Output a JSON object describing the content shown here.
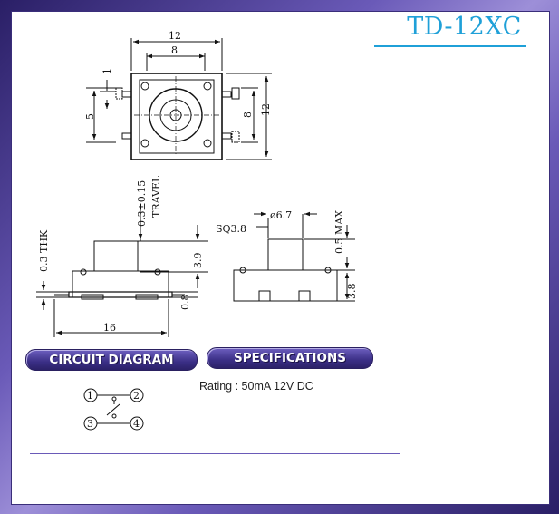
{
  "title": "TD-12XC",
  "sections": {
    "circuit": "CIRCUIT DIAGRAM",
    "specs": "SPECIFICATIONS"
  },
  "rating": "Rating : 50mA 12V DC",
  "top_view": {
    "dim_width_outer": "12",
    "dim_width_inner": "8",
    "dim_height_outer": "12",
    "dim_height_inner": "8",
    "dim_pin_1": "1",
    "dim_pin_5": "5"
  },
  "side_view": {
    "travel": "0.3±0.15",
    "travel_label": "TRAVEL",
    "thk": "0.3  THK",
    "h39": "3.9",
    "h08": "0.8",
    "w16": "16"
  },
  "front_view": {
    "sq": "SQ3.8",
    "dia": "ø6.7",
    "max": "0.5  MAX",
    "h38": "3.8"
  },
  "circuit": {
    "pin1": "1",
    "pin2": "2",
    "pin3": "3",
    "pin4": "4"
  }
}
